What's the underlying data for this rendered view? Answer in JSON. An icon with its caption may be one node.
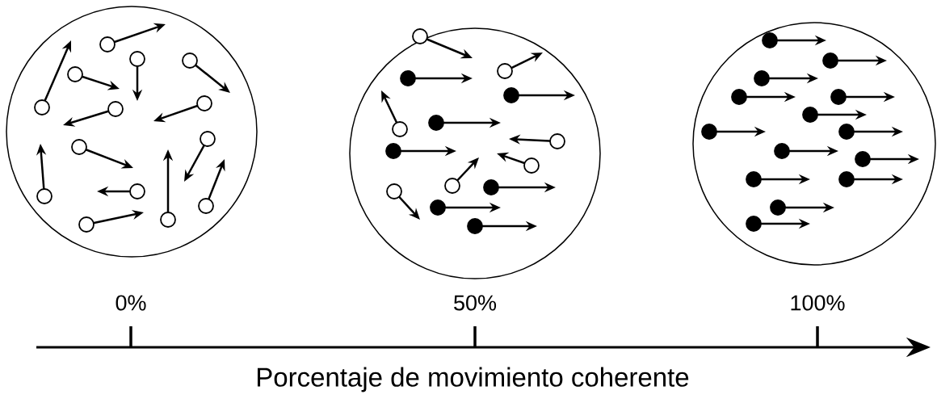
{
  "diagram": {
    "labels": [
      "0%",
      "50%",
      "100%",
      "Porcentaje de movimiento coherente"
    ]
  }
}
